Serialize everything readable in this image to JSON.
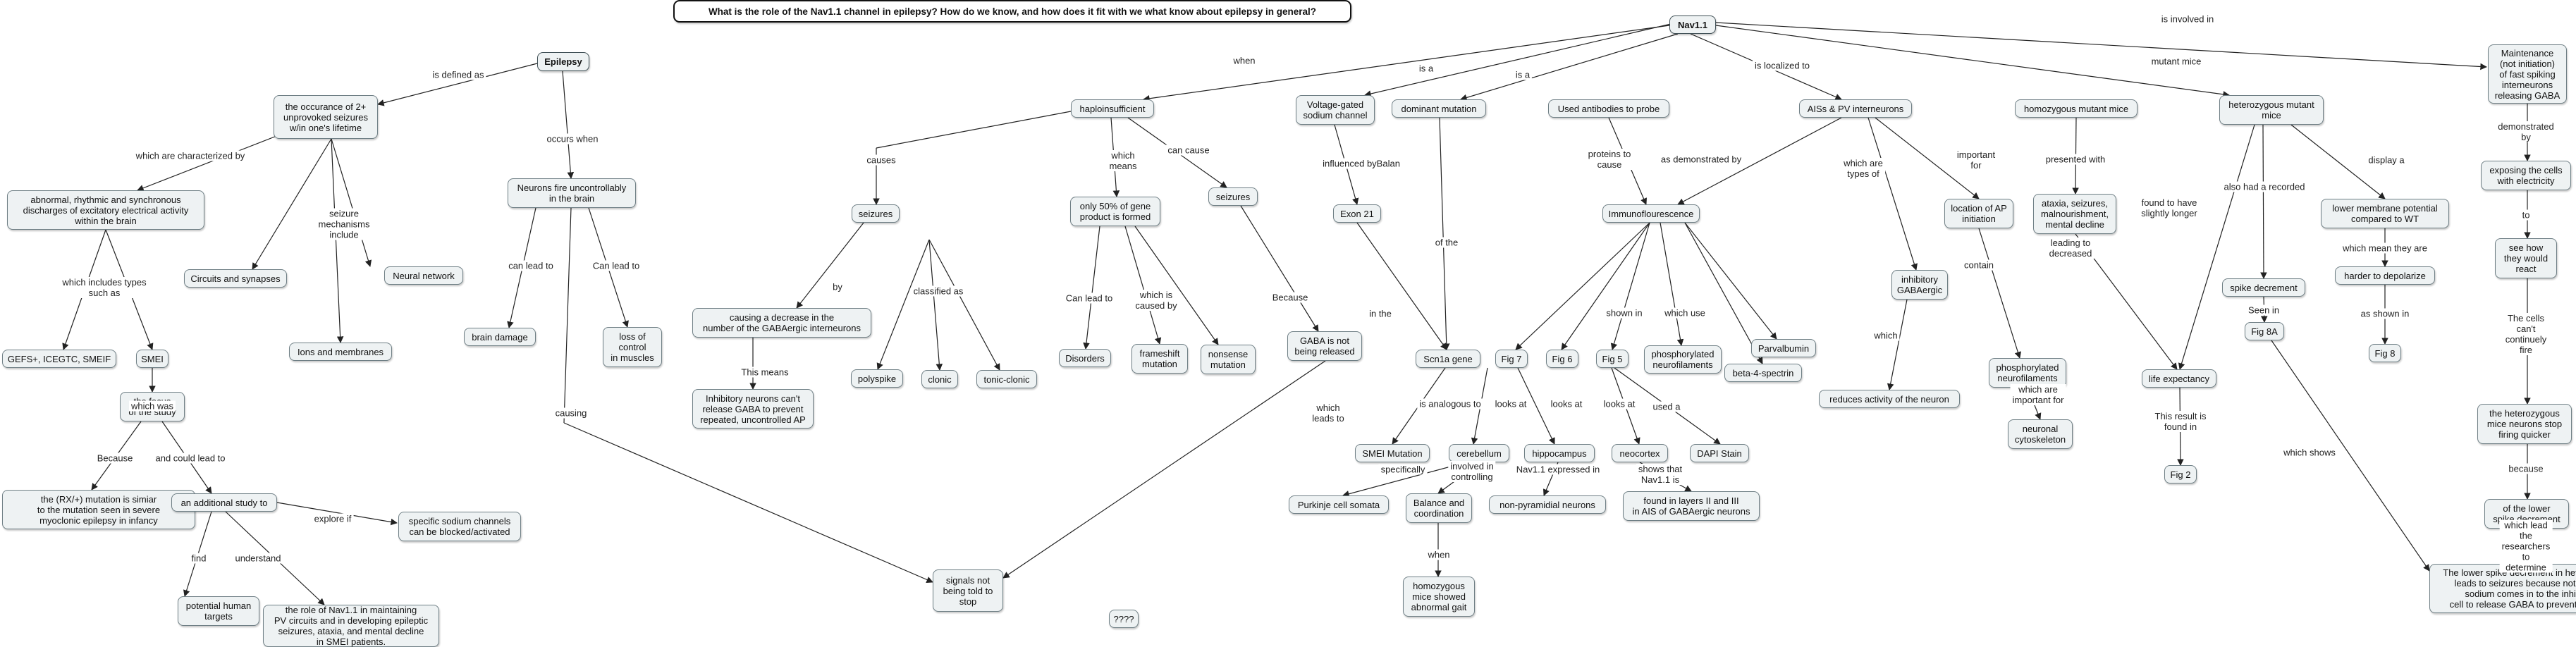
{
  "question": "What is the role of the Nav1.1 channel in epilepsy?  How do we know, and how does it fit with we what know about epilepsy in general?",
  "nodes": {
    "nav11": "Nav1.1",
    "epilepsy": "Epilepsy",
    "occurrence": "the occurance of 2+\nunprovoked seizures\nw/in one's lifetime",
    "abnormal": "abnormal, rhythmic and synchronous\ndischarges of excitatory electrical activity\nwithin the brain",
    "gefs": "GEFS+, ICEGTC, SMEIF",
    "smei": "SMEI",
    "focus": "the focus\nof the study",
    "rx": "the (RX/+) mutation is simiar\nto the mutation seen in severe\nmyoclonic epilepsy in infancy",
    "additional": "an additional study to",
    "specific_sodium": "specific sodium channels\ncan be blocked/activated",
    "potential_targets": "potential human\ntargets",
    "role_nav": "the role of Nav1.1 in maintaining\nPV circuits and in developing epileptic\nseizures, ataxia, and mental decline\nin SMEI patients.",
    "circuits": "Circuits and synapses",
    "ions": "Ions and membranes",
    "neural_network": "Neural network",
    "neurons_fire": "Neurons fire uncontrollably\nin the brain",
    "brain_damage": "brain damage",
    "loss_control": "loss of\ncontrol\nin muscles",
    "signals": "signals not\nbeing told to\nstop",
    "haplo": "haploinsufficient",
    "seizures1": "seizures",
    "causing_decrease": "causing a decrease in the\nnumber of the GABAergic interneurons",
    "inhibitory_cant": "Inhibitory neurons can't\nrelease GABA to prevent\nrepeated, uncontrolled AP",
    "polyspike": "polyspike",
    "clonic": "clonic",
    "tonic_clonic": "tonic-clonic",
    "only50": "only 50% of gene\nproduct is formed",
    "disorders": "Disorders",
    "frameshift": "frameshift\nmutation",
    "nonsense": "nonsense\nmutation",
    "seizures2": "seizures",
    "gaba_not": "GABA is not\nbeing released",
    "vgsc": "Voltage-gated\nsodium channel",
    "exon21": "Exon 21",
    "dominant": "dominant mutation",
    "scn1a": "Scn1a gene",
    "smei_mutation": "SMEI Mutation",
    "cerebellum": "cerebellum",
    "purkinje": "Purkinje cell somata",
    "balance": "Balance and\ncoordination",
    "homo_gait": "homozygous\nmice showed\nabnormal gait",
    "antibodies": "Used antibodies to probe",
    "immuno": "Immunoflourescence",
    "fig7": "Fig 7",
    "fig6": "Fig 6",
    "fig5": "Fig 5",
    "hippocampus": "hippocampus",
    "nonpyramidal": "non-pyramidial neurons",
    "neocortex": "neocortex",
    "found_layers": "found in layers II and III\nin AIS of GABAergic neurons",
    "dapi": "DAPI Stain",
    "phospho_nf": "phosphorylated\nneurofilaments",
    "parvalbumin": "Parvalbumin",
    "beta4": "beta-4-spectrin",
    "ais_pv": "AISs & PV interneurons",
    "inhibitory_gaba": "inhibitory\nGABAergic",
    "reduces": "reduces activity of the neuron",
    "location_ap": "location of AP\ninitiation",
    "phospho_nf2": "phosphorylated\nneurofilaments",
    "neuronal_cyto": "neuronal\ncytoskeleton",
    "homozygous": "homozygous mutant mice",
    "ataxia": "ataxia, seizures,\nmalnourishment,\nmental decline",
    "life_exp": "life expectancy",
    "fig2": "Fig 2",
    "heterozygous": "heterozygous mutant\nmice",
    "spike_dec": "spike decrement",
    "fig8a": "Fig 8A",
    "lower_membrane": "lower membrane potential\ncompared to WT",
    "harder": "harder to depolarize",
    "fig8": "Fig 8",
    "maintenance": "Maintenance\n(not initiation)\nof fast spiking\ninterneurons\nreleasing GABA",
    "exposing": "exposing the cells\nwith electricity",
    "see_how": "see how\nthey would\nreact",
    "het_stop": "the heterozygous\nmice neurons stop\nfiring quicker",
    "lower_spike": "of the lower\nspike decrement",
    "lower_spike_final": "The lower spike decrement in heterozygous\nleads to seizures because not enough\nsodium comes in to the inhibitory\ncell to release GABA to prevent seizures",
    "qqq": "????"
  },
  "edge_labels": {
    "is_defined_as": "is defined as",
    "occurs_when": "occurs when",
    "characterized_by": "which are characterized by",
    "includes_types": "which includes types\nsuch as",
    "seizure_mech": "seizure\nmechanisms\ninclude",
    "which_was": "which was",
    "because": "Because",
    "could_lead_to": "and could lead to",
    "explore_if": "explore if",
    "find": "find",
    "understand": "understand",
    "can_lead_to": "can lead to",
    "can_lead_to2": "Can lead to",
    "causing": "causing",
    "when": "when",
    "is_a1": "is a",
    "is_a2": "is a",
    "is_localized_to": "is localized to",
    "mutant_mice": "mutant mice",
    "is_involved_in": "is involved in",
    "causes": "causes",
    "by": "by",
    "classified_as": "classified as",
    "this_means": "This means",
    "which_means": "which\nmeans",
    "can_cause": "can cause",
    "can_lead_to3": "Can lead to",
    "which_is_caused_by": "which is\ncaused by",
    "because2": "Because",
    "which_leads_to": "which\nleads to",
    "influenced_by": "influenced byBalan",
    "in_the": "in the",
    "of_the": "of the",
    "is_analogous_to": "is analogous to",
    "looks_at1": "looks at",
    "looks_at2": "looks at",
    "looks_at3": "looks at",
    "used_a": "used a",
    "specifically": "specifically",
    "involved_in_controlling": "involved in\ncontrolling",
    "when2": "when",
    "nav_expressed_in": "Nav1.1 expressed in",
    "shows_that": "shows that\nNav1.1 is",
    "shown_in": "shown in",
    "which_use": "which use",
    "proteins_to_cause": "proteins to\ncause",
    "as_demonstrated_by": "as demonstrated by",
    "which_are_types_of": "which are\ntypes of",
    "which": "which",
    "important_for": "important\nfor",
    "contain": "contain",
    "which_are_important_for": "which are\nimportant for",
    "presented_with": "presented with",
    "leading_to_decreased": "leading to\ndecreased",
    "found_to_have": "found to have\nslightly longer",
    "this_result": "This result is\nfound in",
    "also_had": "also had a recorded",
    "seen_in": "Seen in",
    "which_shows": "which shows",
    "display_a": "display a",
    "which_mean": "which mean they are",
    "as_shown_in": "as shown in",
    "demonstrated_by": "demonstrated by",
    "to": "to",
    "cells_cant": "The cells\ncan't\ncontinuely\nfire",
    "because3": "because",
    "which_lead_researchers": "which lead\nthe researchers\nto determine"
  }
}
